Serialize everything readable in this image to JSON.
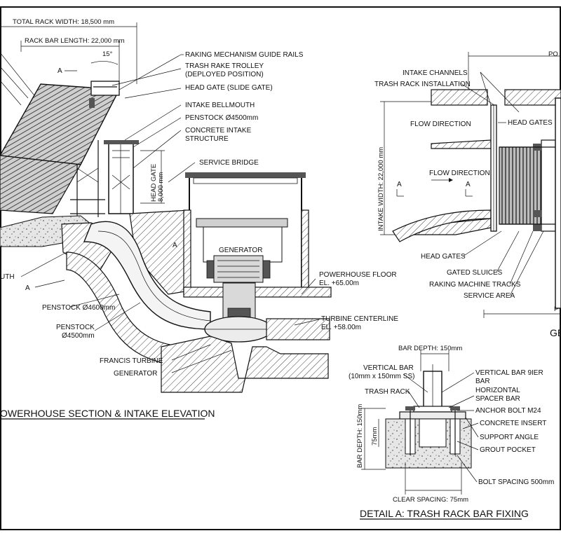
{
  "left": {
    "dimensions": {
      "total_rack_width": "TOTAL RACK WIDTH: 18,500 mm",
      "rack_bar_length": "RACK BAR LENGTH: 22,000 mm",
      "angle": "15°",
      "head_gate_dim": "HEAD GATE\n8,000 mm"
    },
    "labels": {
      "raking_rails": "RAKING MECHANISM GUIDE RAILS",
      "trolley_1": "TRASH RAKE TROLLEY",
      "trolley_2": "(DEPLOYED POSITION)",
      "head_gate": "HEAD GATE (SLIDE GATE)",
      "bellmouth": "INTAKE BELLMOUTH",
      "penstock_top": "PENSTOCK Ø4500mm",
      "intake_1": "CONCRETE INTAKE",
      "intake_2": "STRUCTURE",
      "service_bridge": "SERVICE BRIDGE",
      "generator_room": "GENERATOR",
      "ph_floor_1": "POWERHOUSE FLOOR",
      "ph_floor_2": "EL. +65.00m",
      "turbine_cl_1": "TURBINE CENTERLINE",
      "turbine_cl_2": "EL. +58.00m",
      "penstock_mid": "PENSTOCK Ø4600mm",
      "penstock_low_1": "PENSTOCK",
      "penstock_low_2": "Ø4500mm",
      "francis": "FRANCIS TURBINE",
      "generator_low": "GENERATOR",
      "uth": "UTH",
      "section_a": "A",
      "section_a2": "A",
      "section_a3": "A"
    },
    "title": "OWERHOUSE SECTION & INTAKE ELEVATION"
  },
  "plan": {
    "po": "PO",
    "p": "P",
    "intake_width": "INTAKE WIDTH: 22,000 mm",
    "labels": {
      "intake_channels": "INTAKE CHANNELS",
      "trash_rack_install": "TRASH RACK INSTALLATION",
      "flow_direction_1": "FLOW DIRECTION",
      "head_gates_top": "HEAD GATES",
      "flow_direction_2": "FLOW DIRECTION",
      "head_gates_low": "HEAD GATES",
      "gated_sluices": "GATED SLUICES",
      "raking_tracks": "RAKING MACHINE TRACKS",
      "service_area": "SERVICE AREA",
      "a_left": "A",
      "a_right": "A"
    },
    "title_fragment": "GE"
  },
  "detail": {
    "bar_depth_top": "BAR DEPTH: 150mm",
    "vertical_bar_l1": "VERTICAL BAR",
    "vertical_bar_l2": "(10mm x 150mm SS)",
    "trash_rack": "TRASH RACK",
    "vertical_bar_r1": "VERTICAL BAR 9IER",
    "vertical_bar_r2": "BAR",
    "horizontal_1": "HORIZONTAL",
    "horizontal_2": "SPACER BAR",
    "anchor_bolt": "ANCHOR BOLT M24",
    "concrete_insert": "CONCRETE INSERT",
    "support_angle": "SUPPORT ANGLE",
    "grout_pocket": "GROUT POCKET",
    "bolt_spacing": "BOLT SPACING 500mm",
    "clear_spacing": "CLEAR SPACING: 75mm",
    "bar_depth_side": "BAR DEPTH: 150mm",
    "depth_small": "75mm",
    "title": "DETAIL A: TRASH RACK BAR FIXING"
  }
}
